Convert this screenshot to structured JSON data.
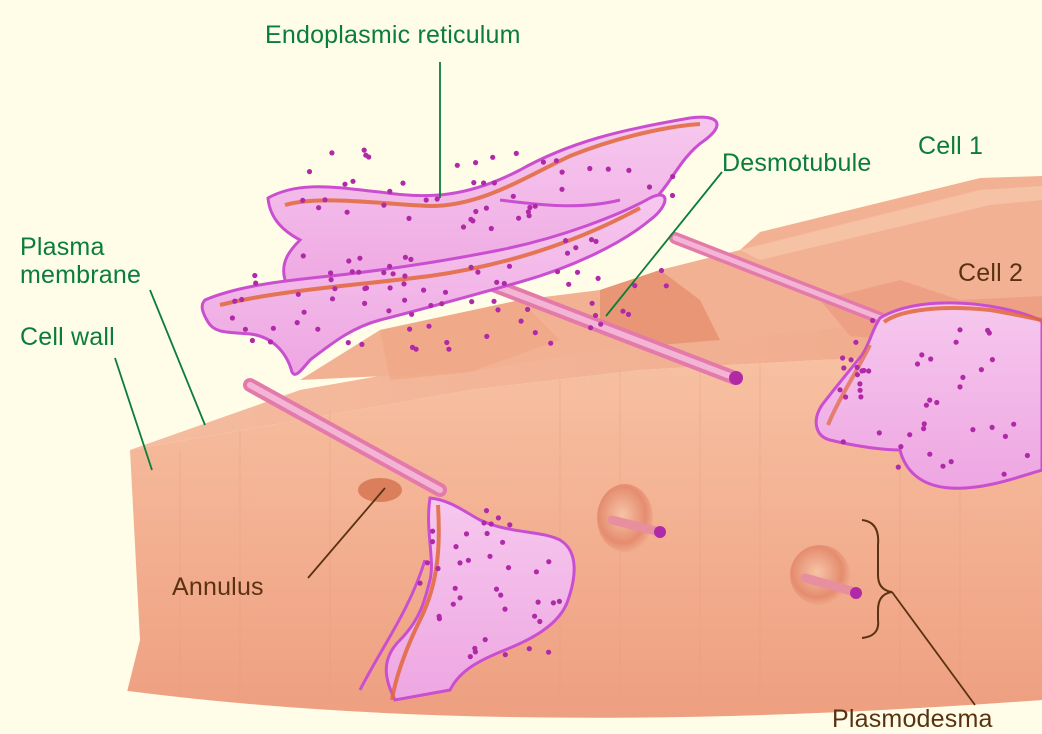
{
  "diagram": {
    "labels": {
      "endoplasmic_reticulum": "Endoplasmic reticulum",
      "cell_1": "Cell 1",
      "desmotubule": "Desmotubule",
      "plasma_membrane_line1": "Plasma",
      "plasma_membrane_line2": "membrane",
      "cell_2": "Cell 2",
      "cell_wall": "Cell wall",
      "annulus": "Annulus",
      "plasmodesma": "Plasmodesma"
    },
    "colors": {
      "background": "#fffde8",
      "cell_wall": "#f1a887",
      "wall_shadow": "#d9826a",
      "er_fill": "#f1b2e8",
      "er_outline": "#c94fd0",
      "ribosome": "#b02aa8",
      "label_green": "#0b7d3a",
      "label_brown": "#5a3212"
    }
  }
}
